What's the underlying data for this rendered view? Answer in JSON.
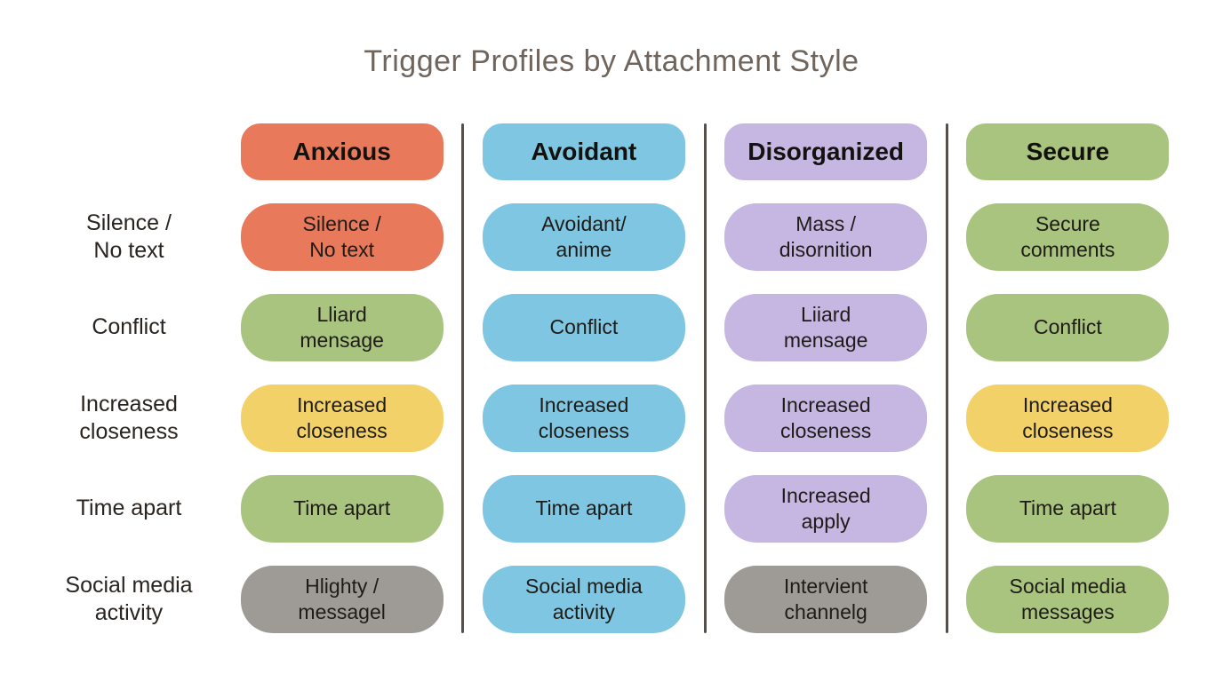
{
  "title": "Trigger Profiles by Attachment Style",
  "colors": {
    "orange": "#E8795A",
    "blue": "#7FC6E2",
    "purple": "#C5B6E2",
    "green": "#A8C47E",
    "yellow": "#F2D169",
    "gray": "#9E9B96",
    "title_text": "#6F655C",
    "cell_text": "#1F1C18",
    "divider": "#55504B"
  },
  "chart_data": {
    "type": "table",
    "title": "Trigger Profiles by Attachment Style",
    "columns": [
      "Anxious",
      "Avoidant",
      "Disorganized",
      "Secure"
    ],
    "header_colors": [
      "#E8795A",
      "#7FC6E2",
      "#C5B6E2",
      "#A8C47E"
    ],
    "row_labels": [
      "Silence /\nNo text",
      "Conflict",
      "Increased\ncloseness",
      "Time apart",
      "Social media\nactivity"
    ],
    "rows": [
      {
        "label": "Silence / No text",
        "cells": [
          {
            "text": "Silence /\nNo text",
            "bg": "#E8795A"
          },
          {
            "text": "Avoidant/\nanime",
            "bg": "#7FC6E2"
          },
          {
            "text": "Mass /\ndisornition",
            "bg": "#C5B6E2"
          },
          {
            "text": "Secure\ncomments",
            "bg": "#A8C47E"
          }
        ]
      },
      {
        "label": "Conflict",
        "cells": [
          {
            "text": "Lliard\nmensage",
            "bg": "#A8C47E"
          },
          {
            "text": "Conflict",
            "bg": "#7FC6E2"
          },
          {
            "text": "Liiard\nmensage",
            "bg": "#C5B6E2"
          },
          {
            "text": "Conflict",
            "bg": "#A8C47E"
          }
        ]
      },
      {
        "label": "Increased closeness",
        "cells": [
          {
            "text": "Increased\ncloseness",
            "bg": "#F2D169"
          },
          {
            "text": "Increased\ncloseness",
            "bg": "#7FC6E2"
          },
          {
            "text": "Increased\ncloseness",
            "bg": "#C5B6E2"
          },
          {
            "text": "Increased\ncloseness",
            "bg": "#F2D169"
          }
        ]
      },
      {
        "label": "Time apart",
        "cells": [
          {
            "text": "Time apart",
            "bg": "#A8C47E"
          },
          {
            "text": "Time apart",
            "bg": "#7FC6E2"
          },
          {
            "text": "Increased\napply",
            "bg": "#C5B6E2"
          },
          {
            "text": "Time apart",
            "bg": "#A8C47E"
          }
        ]
      },
      {
        "label": "Social media activity",
        "cells": [
          {
            "text": "Hlighty /\nmessagel",
            "bg": "#9E9B96"
          },
          {
            "text": "Social media\nactivity",
            "bg": "#7FC6E2"
          },
          {
            "text": "Intervient\nchannelg",
            "bg": "#9E9B96"
          },
          {
            "text": "Social media\nmessages",
            "bg": "#A8C47E"
          }
        ]
      }
    ]
  }
}
